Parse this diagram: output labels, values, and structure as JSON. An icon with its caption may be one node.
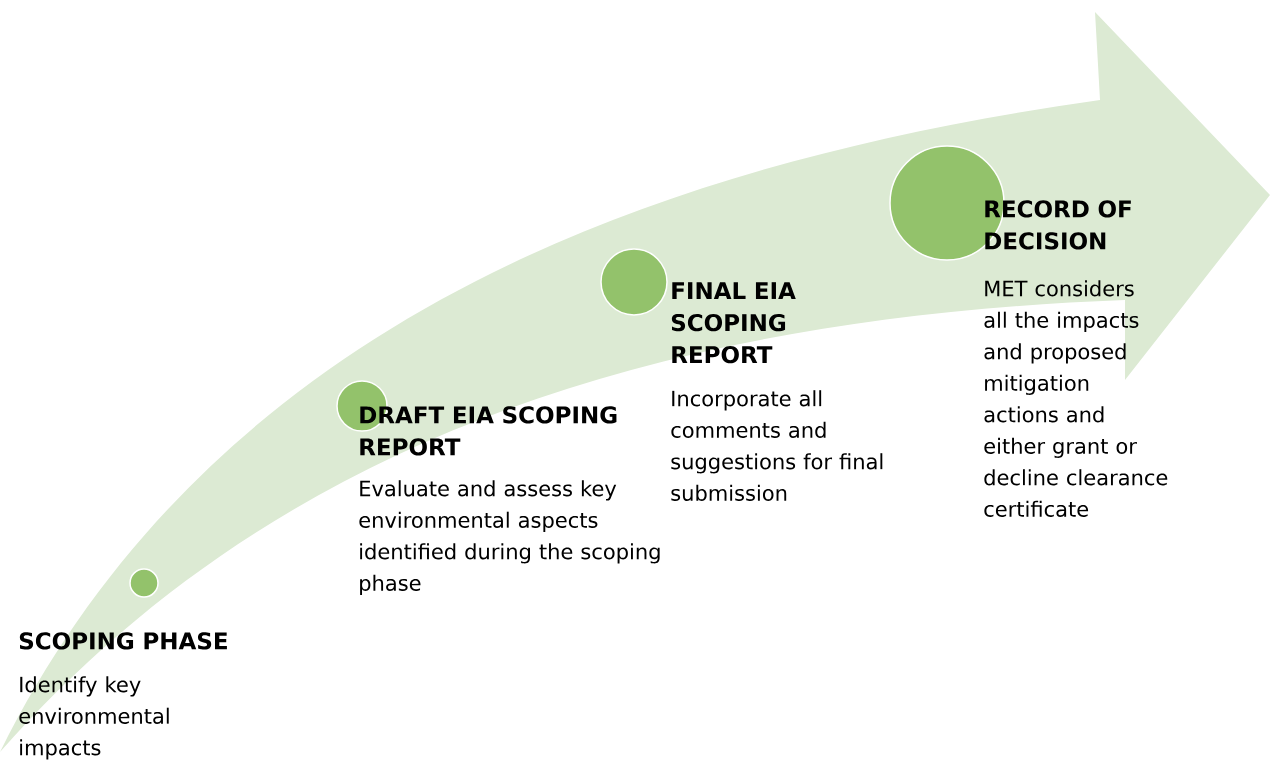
{
  "diagram": {
    "nodes": [
      {
        "text": [],
        "shape": "circle",
        "beside": [
          "SCOPING PHASE",
          "Identify key environmental impacts"
        ]
      },
      {
        "text": [],
        "shape": "circle",
        "beside": [
          "DRAFT EIA SCOPING REPORT",
          "Evaluate and assess key environmental aspects identified  during the scoping phase"
        ]
      },
      {
        "text": [],
        "shape": "circle",
        "beside": [
          "FINAL EIA SCOPING REPORT",
          "Incorporate all comments and suggestions for final submission"
        ]
      },
      {
        "text": [],
        "shape": "circle",
        "beside": [
          "RECORD OF DECISION",
          "MET considers all the impacts and proposed mitigation actions and either grant or decline clearance certificate"
        ]
      }
    ]
  }
}
